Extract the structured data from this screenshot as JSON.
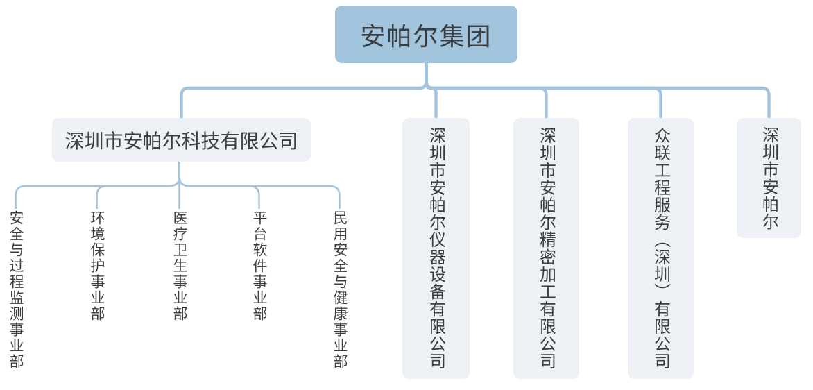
{
  "root": {
    "label": "安帕尔集团"
  },
  "companies": [
    {
      "label": "深圳市安帕尔科技有限公司",
      "departments": [
        {
          "label": "安全与过程监测事业部"
        },
        {
          "label": "环境保护事业部"
        },
        {
          "label": "医疗卫生事业部"
        },
        {
          "label": "平台软件事业部"
        },
        {
          "label": "民用安全与健康事业部"
        }
      ]
    },
    {
      "label": "深圳市安帕尔仪器设备有限公司"
    },
    {
      "label": "深圳市安帕尔精密加工有限公司"
    },
    {
      "label": "众联工程服务（深圳）有限公司"
    },
    {
      "label": "深圳市安帕尔"
    }
  ],
  "colors": {
    "root_fill": "#a2c4dc",
    "node_fill": "#edf1f5",
    "connector_line": "#a5c3da",
    "text_color": "#3b3e41",
    "background": "#ffffff"
  }
}
